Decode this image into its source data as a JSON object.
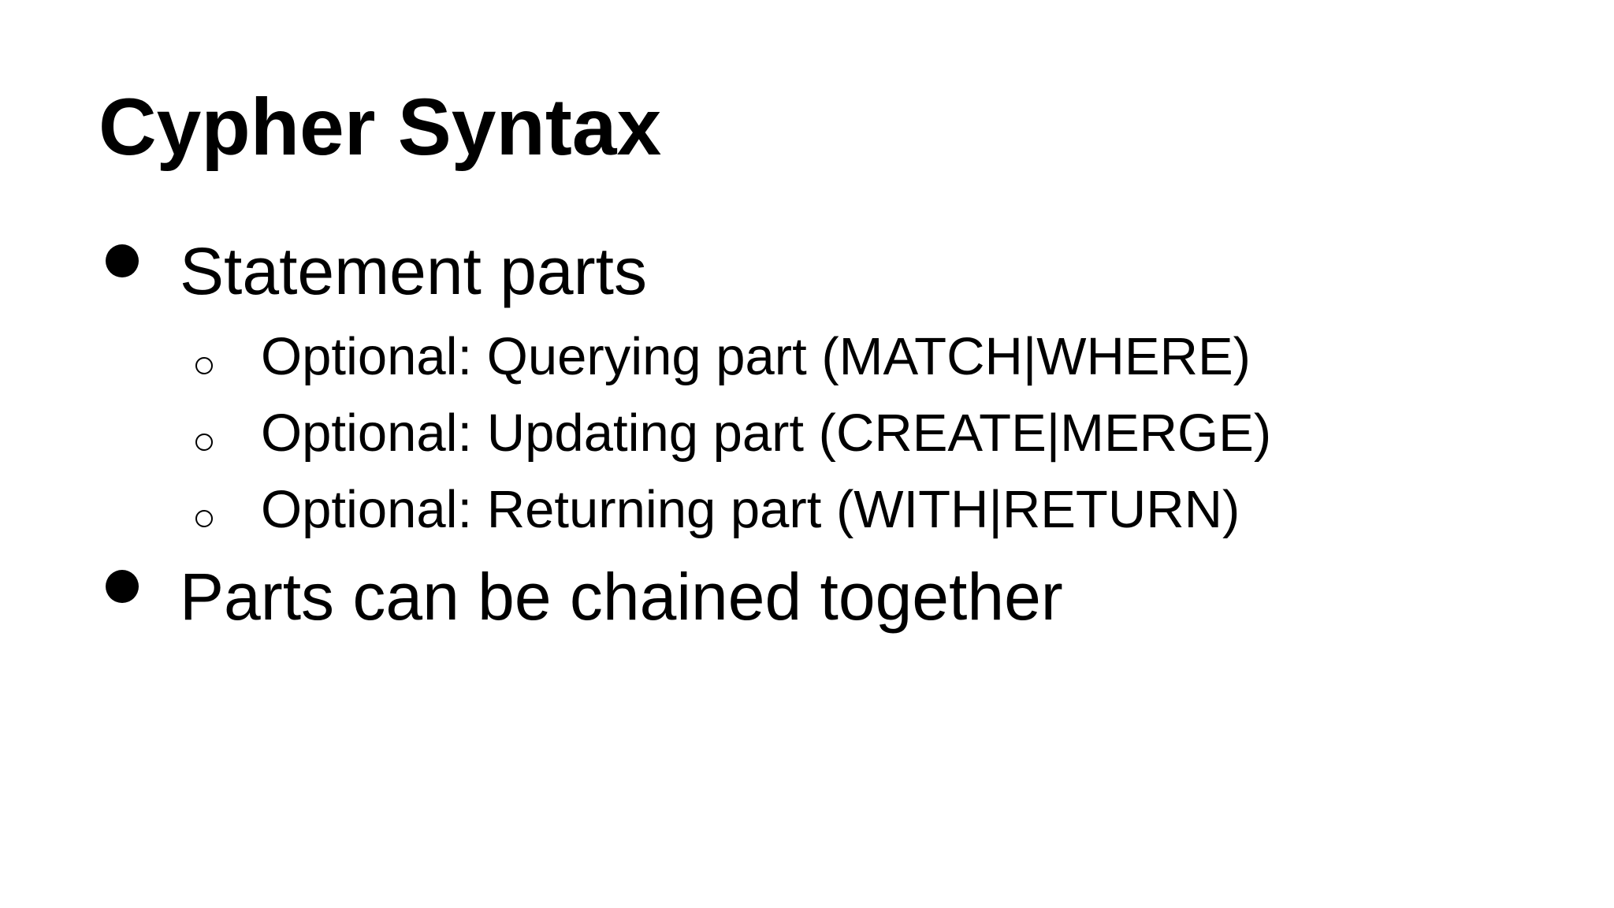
{
  "slide": {
    "title": "Cypher Syntax",
    "bullets": [
      {
        "text": "Statement parts",
        "children": [
          "Optional: Querying part (MATCH|WHERE)",
          "Optional: Updating part (CREATE|MERGE)",
          "Optional: Returning part (WITH|RETURN)"
        ]
      },
      {
        "text": "Parts can be chained together",
        "children": []
      }
    ]
  }
}
